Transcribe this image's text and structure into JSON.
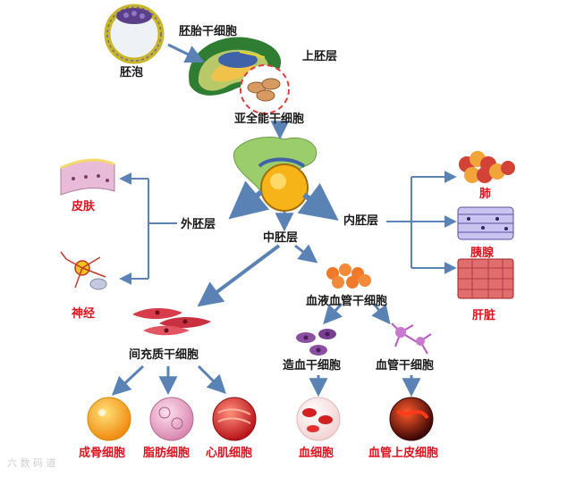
{
  "labels": {
    "embryonic_stem_cell": "胚胎干细胞",
    "blastocyst": "胚泡",
    "epiblast": "上胚层",
    "pluripotent_stem_cell": "亚全能干细胞",
    "ectoderm": "外胚层",
    "mesoderm": "中胚层",
    "endoderm": "内胚层",
    "skin": "皮肤",
    "nerve": "神经",
    "lung": "肺",
    "pancreas": "胰腺",
    "liver": "肝脏",
    "mesenchymal_stem_cell": "间充质干细胞",
    "hemangioblast": "血液血管干细胞",
    "hematopoietic_stem_cell": "造血干细胞",
    "vascular_stem_cell": "血管干细胞",
    "osteoblast": "成骨细胞",
    "adipocyte": "脂肪细胞",
    "cardiomyocyte": "心肌细胞",
    "blood_cell": "血细胞",
    "endothelial_cell": "血管上皮细胞"
  },
  "watermark": "六 数 码 道",
  "colors": {
    "arrow": "#5a82b4",
    "red_label": "#e0121d",
    "black_label": "#1a1a1a"
  }
}
